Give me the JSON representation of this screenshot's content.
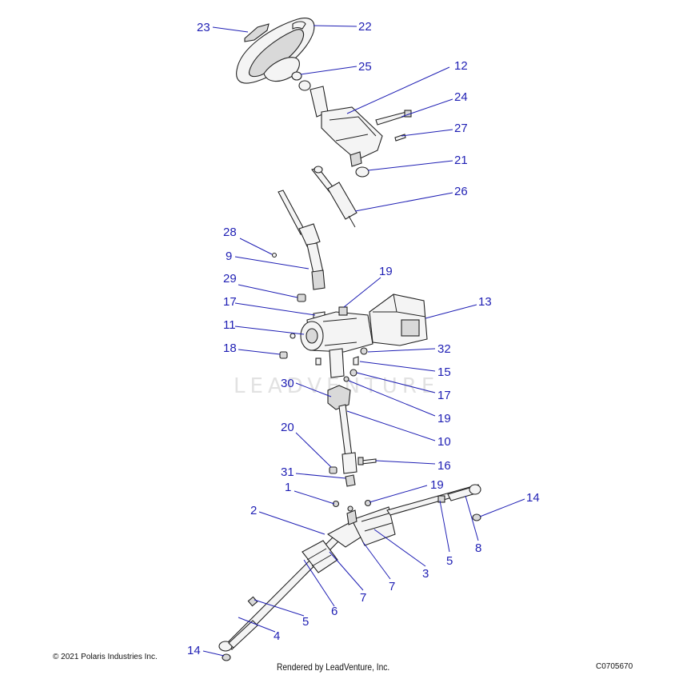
{
  "watermark": "LEADVENTURE",
  "footer": {
    "copyright": "© 2021 Polaris Industries Inc.",
    "rendered_by": "Rendered by LeadVenture, Inc.",
    "figure_code": "C0705670"
  },
  "callouts": [
    "23",
    "22",
    "25",
    "12",
    "24",
    "27",
    "21",
    "26",
    "28",
    "9",
    "29",
    "19",
    "13",
    "17",
    "11",
    "18",
    "32",
    "15",
    "17",
    "30",
    "19",
    "10",
    "20",
    "16",
    "31",
    "1",
    "19",
    "14",
    "2",
    "5",
    "8",
    "3",
    "7",
    "7",
    "6",
    "5",
    "4",
    "14"
  ],
  "colors": {
    "callout": "#1f1fb4",
    "line": "#222222"
  }
}
